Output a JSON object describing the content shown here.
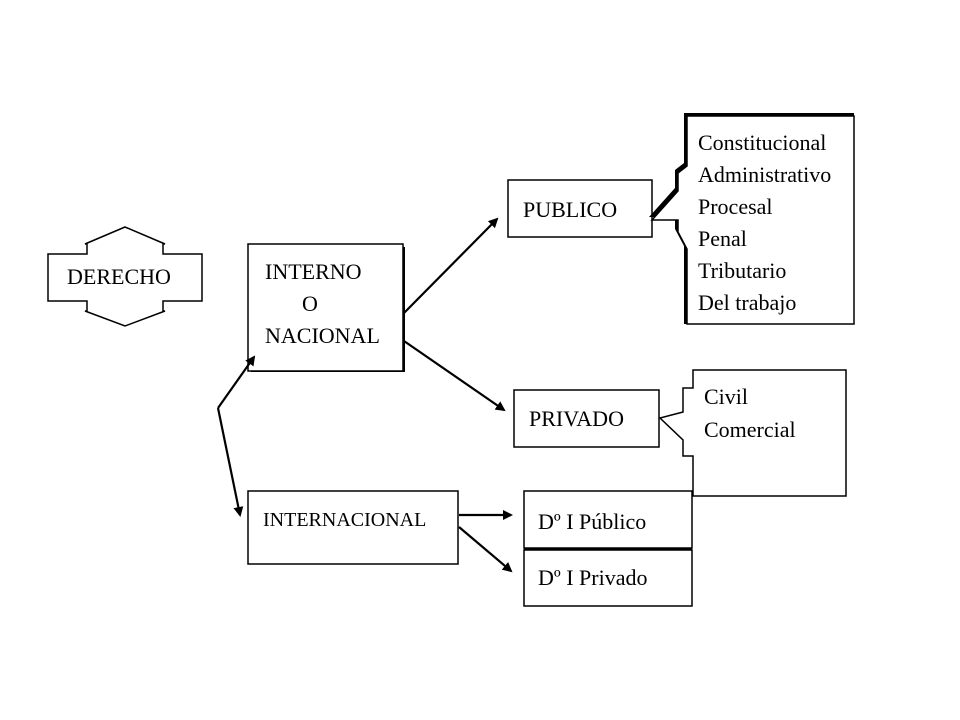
{
  "root": {
    "label": "DERECHO"
  },
  "interno": {
    "line1": "INTERNO",
    "line2": "O",
    "line3": "NACIONAL"
  },
  "internacional": {
    "label": "INTERNACIONAL"
  },
  "publico": {
    "label": "PUBLICO",
    "items": [
      "Constitucional",
      "Administrativo",
      "Procesal",
      "Penal",
      "Tributario",
      "Del trabajo"
    ]
  },
  "privado": {
    "label": "PRIVADO",
    "items": [
      "Civil",
      "Comercial"
    ]
  },
  "di_publico": {
    "label": "Dº I  Público"
  },
  "di_privado": {
    "label": "Dº I Privado"
  }
}
